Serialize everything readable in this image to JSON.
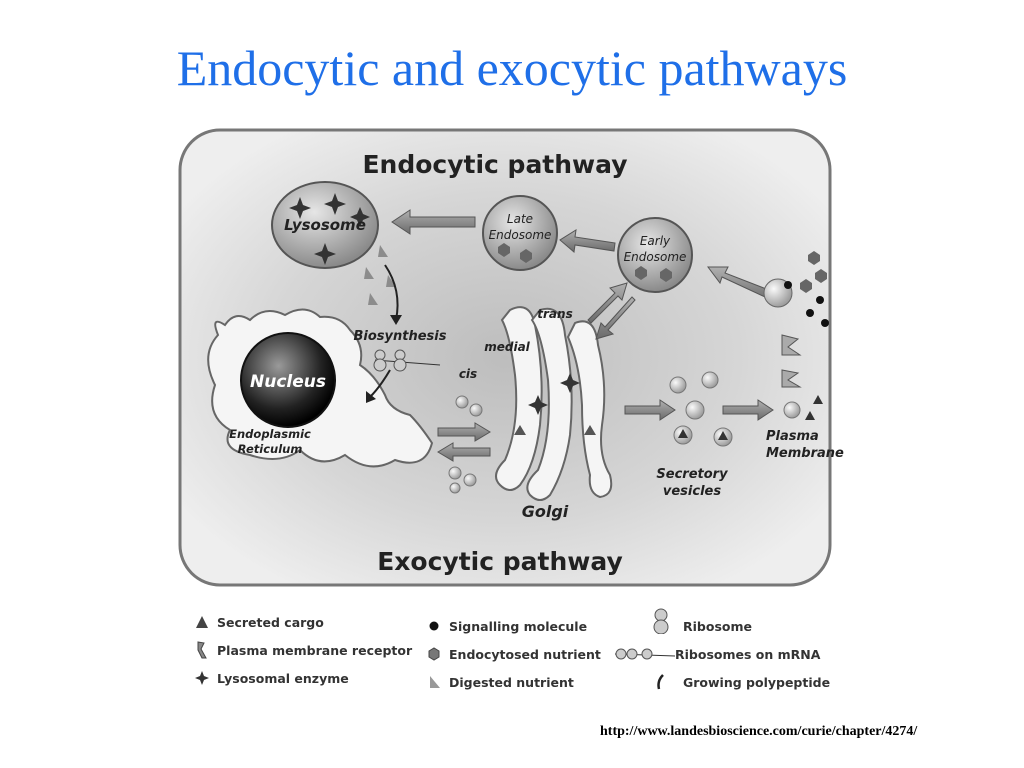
{
  "slide": {
    "title": "Endocytic and exocytic pathways",
    "source": "http://www.landesbioscience.com/curie/chapter/4274/"
  },
  "diagram": {
    "top_label": "Endocytic pathway",
    "bottom_label": "Exocytic pathway",
    "organelles": {
      "lysosome": "Lysosome",
      "late_endosome_line1": "Late",
      "late_endosome_line2": "Endosome",
      "early_endosome_line1": "Early",
      "early_endosome_line2": "Endosome",
      "nucleus": "Nucleus",
      "er_line1": "Endoplasmic",
      "er_line2": "Reticulum",
      "golgi": "Golgi",
      "trans": "trans",
      "medial": "medial",
      "cis": "cis",
      "biosynthesis": "Biosynthesis",
      "secretory_line1": "Secretory",
      "secretory_line2": "vesicles",
      "plasma_line1": "Plasma",
      "plasma_line2": "Membrane"
    }
  },
  "legend": {
    "secreted_cargo": "Secreted cargo",
    "receptor": "Plasma membrane receptor",
    "lysosomal_enzyme": "Lysosomal enzyme",
    "signalling_molecule": "Signalling molecule",
    "endocytosed_nutrient": "Endocytosed nutrient",
    "digested_nutrient": "Digested nutrient",
    "ribosome": "Ribosome",
    "ribosomes_on_mrna": "Ribosomes on mRNA",
    "growing_polypeptide": "Growing polypeptide"
  }
}
